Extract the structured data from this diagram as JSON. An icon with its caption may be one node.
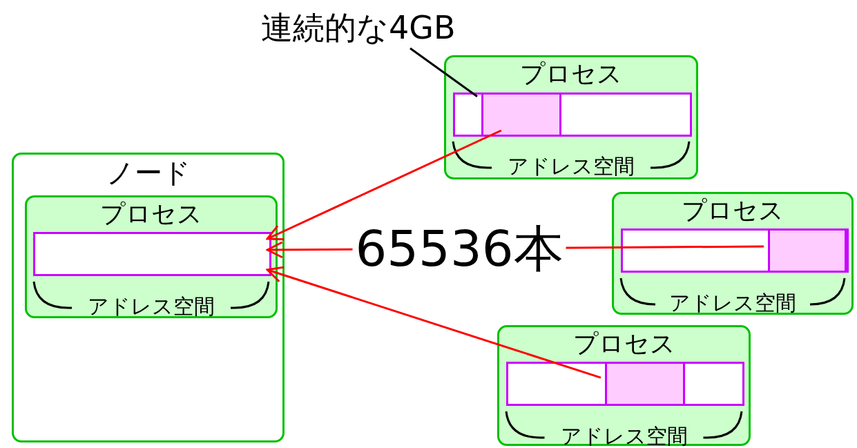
{
  "diagram": {
    "nodes": [
      {
        "text": [
          "連続的な4GB"
        ]
      },
      {
        "text": [
          "プロセス",
          "アドレス空間"
        ]
      },
      {
        "text": [],
        "shape": "bar",
        "in": 1
      },
      {
        "text": [],
        "shape": "bar",
        "in": 2
      },
      {
        "text": [
          "ノード"
        ]
      },
      {
        "text": [
          "プロセス",
          "アドレス空間"
        ],
        "in": 4
      },
      {
        "text": [],
        "shape": "bar",
        "in": 5
      },
      {
        "text": [
          "プロセス",
          "アドレス空間"
        ]
      },
      {
        "text": [],
        "shape": "bar",
        "in": 7
      },
      {
        "text": [],
        "shape": "bar",
        "in": 8
      },
      {
        "text": [
          "プロセス",
          "アドレス空間"
        ]
      },
      {
        "text": [],
        "shape": "bar",
        "in": 10
      },
      {
        "text": [],
        "shape": "bar",
        "in": 11
      }
    ],
    "edges": [
      {
        "from": 0,
        "to": 3,
        "arrow": "none",
        "color": "#000000"
      },
      {
        "from": 3,
        "to": 6,
        "arrow": "to"
      },
      {
        "from": 9,
        "to": 6,
        "arrow": "to",
        "label": "65536本"
      },
      {
        "from": 12,
        "to": 6,
        "arrow": "to"
      }
    ]
  }
}
